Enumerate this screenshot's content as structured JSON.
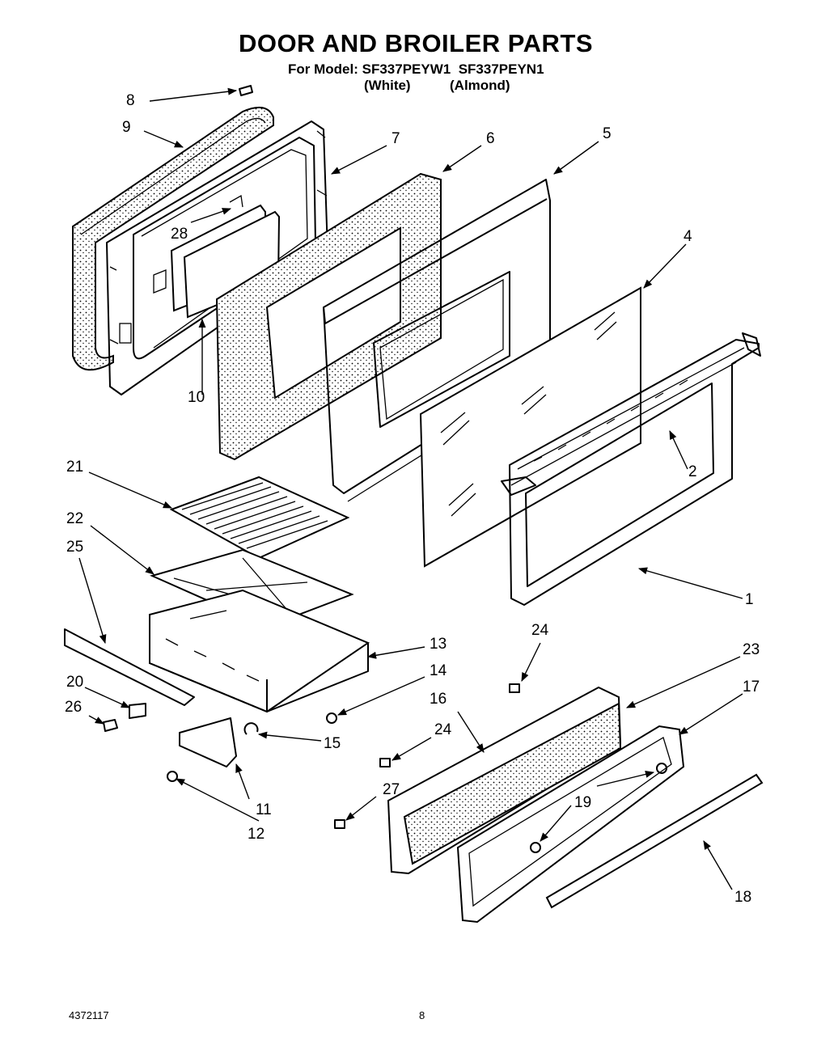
{
  "header": {
    "title": "DOOR AND BROILER PARTS",
    "model_prefix": "For Model:",
    "model_white": "SF337PEYW1",
    "model_almond": "SF337PEYN1",
    "variant_white": "(White)",
    "variant_almond": "(Almond)"
  },
  "callouts": {
    "c1": "1",
    "c2": "2",
    "c4": "4",
    "c5": "5",
    "c6": "6",
    "c7": "7",
    "c8": "8",
    "c9": "9",
    "c10": "10",
    "c11": "11",
    "c12": "12",
    "c13": "13",
    "c14": "14",
    "c15": "15",
    "c16": "16",
    "c17": "17",
    "c18": "18",
    "c19": "19",
    "c20": "20",
    "c21": "21",
    "c22": "22",
    "c23": "23",
    "c24a": "24",
    "c24b": "24",
    "c25": "25",
    "c26": "26",
    "c27": "27",
    "c28": "28"
  },
  "footer": {
    "doc_number": "4372117",
    "page_number": "8"
  }
}
